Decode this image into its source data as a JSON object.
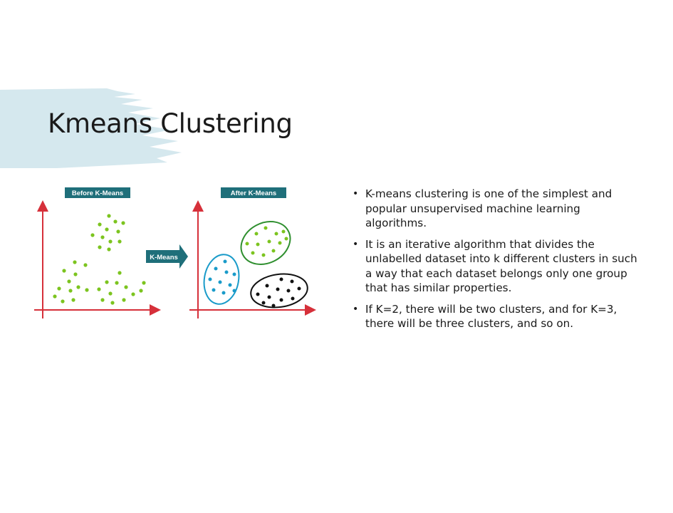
{
  "slide": {
    "title": "Kmeans Clustering"
  },
  "figure": {
    "before_label": "Before K-Means",
    "after_label": "After K-Means",
    "arrow_label": "K-Means",
    "colors": {
      "axis": "#d6303a",
      "label_bg": "#1f6f7a",
      "arrow": "#1f6f7a",
      "green": "#7cc41f",
      "dark_green": "#2f8f2f",
      "blue": "#1a9bc9",
      "black": "#111111",
      "brush": "#d5e8ee"
    }
  },
  "bullets": [
    {
      "text": "K-means clustering is one of the simplest and popular unsupervised machine learning algorithms."
    },
    {
      "text": "It is an iterative algorithm that divides the unlabelled dataset into k different clusters in such a way that each dataset belongs only one group that has similar properties."
    },
    {
      "text": "If K=2, there will be two clusters, and for K=3, there will be three clusters, and so on."
    }
  ]
}
